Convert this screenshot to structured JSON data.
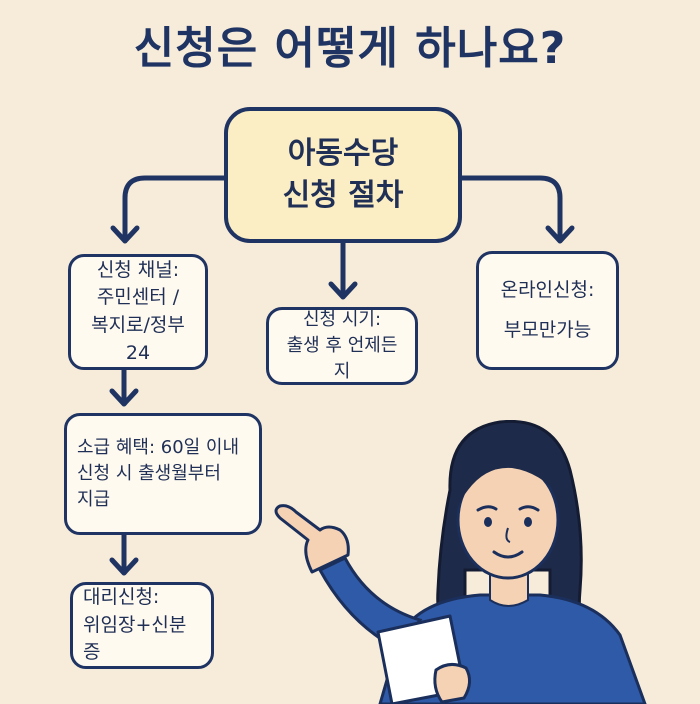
{
  "title": "신청은 어떻게 하나요?",
  "main_box": {
    "line1": "아동수당",
    "line2": "신청 절차"
  },
  "channel_box": {
    "line1": "신청 채널:",
    "line2": "주민센터 /",
    "line3": "복지로/정부24"
  },
  "timing_box": {
    "line1": "신청 시기:",
    "line2": "출생 후 언제든지"
  },
  "online_box": {
    "line1": "온라인신청:",
    "line2": "부모만가능"
  },
  "benefit_box": {
    "line1": "소급 혜택: 60일 이내",
    "line2": "신청 시 출생월부터",
    "line3": "지급"
  },
  "proxy_box": {
    "line1": "대리신청:",
    "line2": "위임장+신분증"
  },
  "colors": {
    "background": "#f7ecd9",
    "navy": "#1f3463",
    "main_fill": "#fbeec4",
    "box_fill": "#fffaf0",
    "shirt": "#2f5aa8",
    "hair": "#1e2a4a",
    "skin": "#f6d2b4"
  }
}
